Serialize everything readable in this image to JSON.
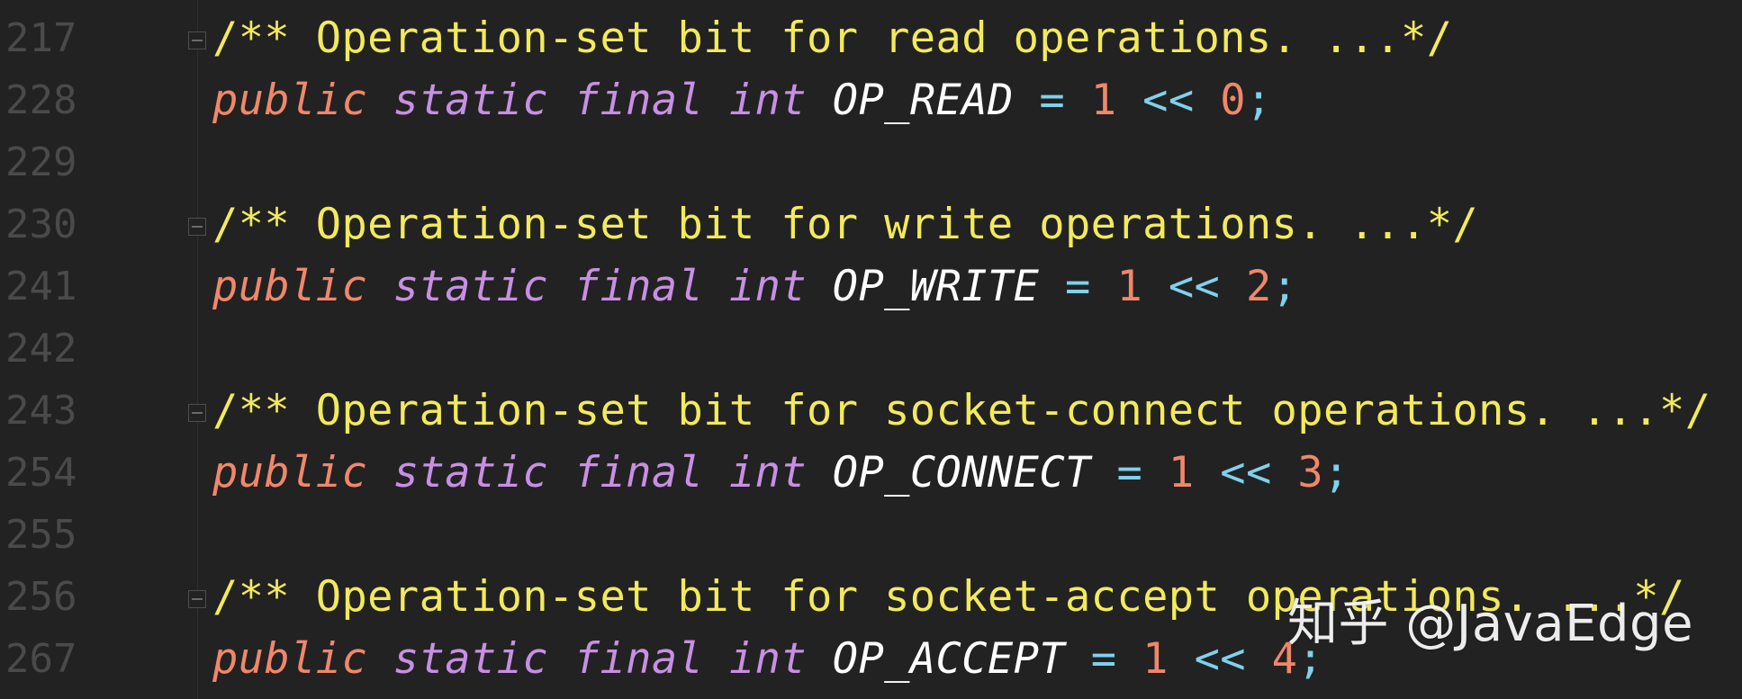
{
  "colors": {
    "background": "#222222",
    "comment": "#f2ea5c",
    "keyword_public": "#f0876b",
    "keyword_modifier": "#c88fe4",
    "identifier": "#ffffff",
    "operator": "#7fd1ec",
    "number": "#f0876b",
    "line_number": "#4a4a4a"
  },
  "lines": [
    {
      "number": "217",
      "comment": "/** Operation-set bit for read operations. ...*/"
    },
    {
      "number": "228",
      "public": "public",
      "static": "static",
      "final": "final",
      "type": "int",
      "name": "OP_READ",
      "assign": "=",
      "one": "1",
      "shift": "<<",
      "bit": "0",
      "semi": ";"
    },
    {
      "number": "229"
    },
    {
      "number": "230",
      "comment": "/** Operation-set bit for write operations. ...*/"
    },
    {
      "number": "241",
      "public": "public",
      "static": "static",
      "final": "final",
      "type": "int",
      "name": "OP_WRITE",
      "assign": "=",
      "one": "1",
      "shift": "<<",
      "bit": "2",
      "semi": ";"
    },
    {
      "number": "242"
    },
    {
      "number": "243",
      "comment": "/** Operation-set bit for socket-connect operations. ...*/"
    },
    {
      "number": "254",
      "public": "public",
      "static": "static",
      "final": "final",
      "type": "int",
      "name": "OP_CONNECT",
      "assign": "=",
      "one": "1",
      "shift": "<<",
      "bit": "3",
      "semi": ";"
    },
    {
      "number": "255"
    },
    {
      "number": "256",
      "comment": "/** Operation-set bit for socket-accept operations. ...*/"
    },
    {
      "number": "267",
      "public": "public",
      "static": "static",
      "final": "final",
      "type": "int",
      "name": "OP_ACCEPT",
      "assign": "=",
      "one": "1",
      "shift": "<<",
      "bit": "4",
      "semi": ";"
    }
  ],
  "watermark": "知乎 @JavaEdge"
}
